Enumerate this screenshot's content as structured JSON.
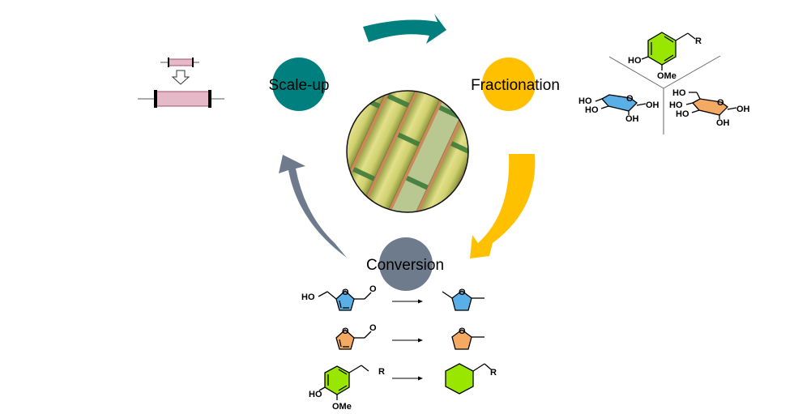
{
  "diagram": {
    "title": "Sugarcane biorefinery cycle",
    "colors": {
      "scaleup": "#007f7f",
      "fractionation": "#ffc000",
      "conversion": "#6d7b8d",
      "reactor": "#e6b9c8",
      "reactor_stroke": "#a0506e",
      "furan_blue": "#5aafe6",
      "furan_orange": "#f5aa64",
      "aromatic_green": "#99e600",
      "divider": "#666666"
    },
    "nodes": [
      {
        "id": "scaleup",
        "label": "Scale-up"
      },
      {
        "id": "fractionation",
        "label": "Fractionation"
      },
      {
        "id": "conversion",
        "label": "Conversion"
      }
    ],
    "center_image": "sugarcane-stalks",
    "fractionation_products": {
      "lignin": {
        "labels": [
          "HO",
          "OMe",
          "R"
        ]
      },
      "xylose": {
        "labels": [
          "HO",
          "HO",
          "OH",
          "OH",
          "O"
        ]
      },
      "glucose": {
        "labels": [
          "HO",
          "HO",
          "HO",
          "OH",
          "OH",
          "O"
        ]
      }
    },
    "conversion_reactions": [
      {
        "reactant": "HMF",
        "reactant_labels": [
          "HO",
          "O",
          "O"
        ],
        "product": "2,5-dimethyltetrahydrofuran",
        "product_labels": [
          "O"
        ]
      },
      {
        "reactant": "furfural",
        "reactant_labels": [
          "O",
          "O"
        ],
        "product": "2-methyltetrahydrofuran",
        "product_labels": [
          "O"
        ]
      },
      {
        "reactant": "lignin monomer",
        "reactant_labels": [
          "R",
          "HO",
          "OMe"
        ],
        "product": "alkylcyclohexane",
        "product_labels": [
          "R"
        ]
      }
    ]
  }
}
